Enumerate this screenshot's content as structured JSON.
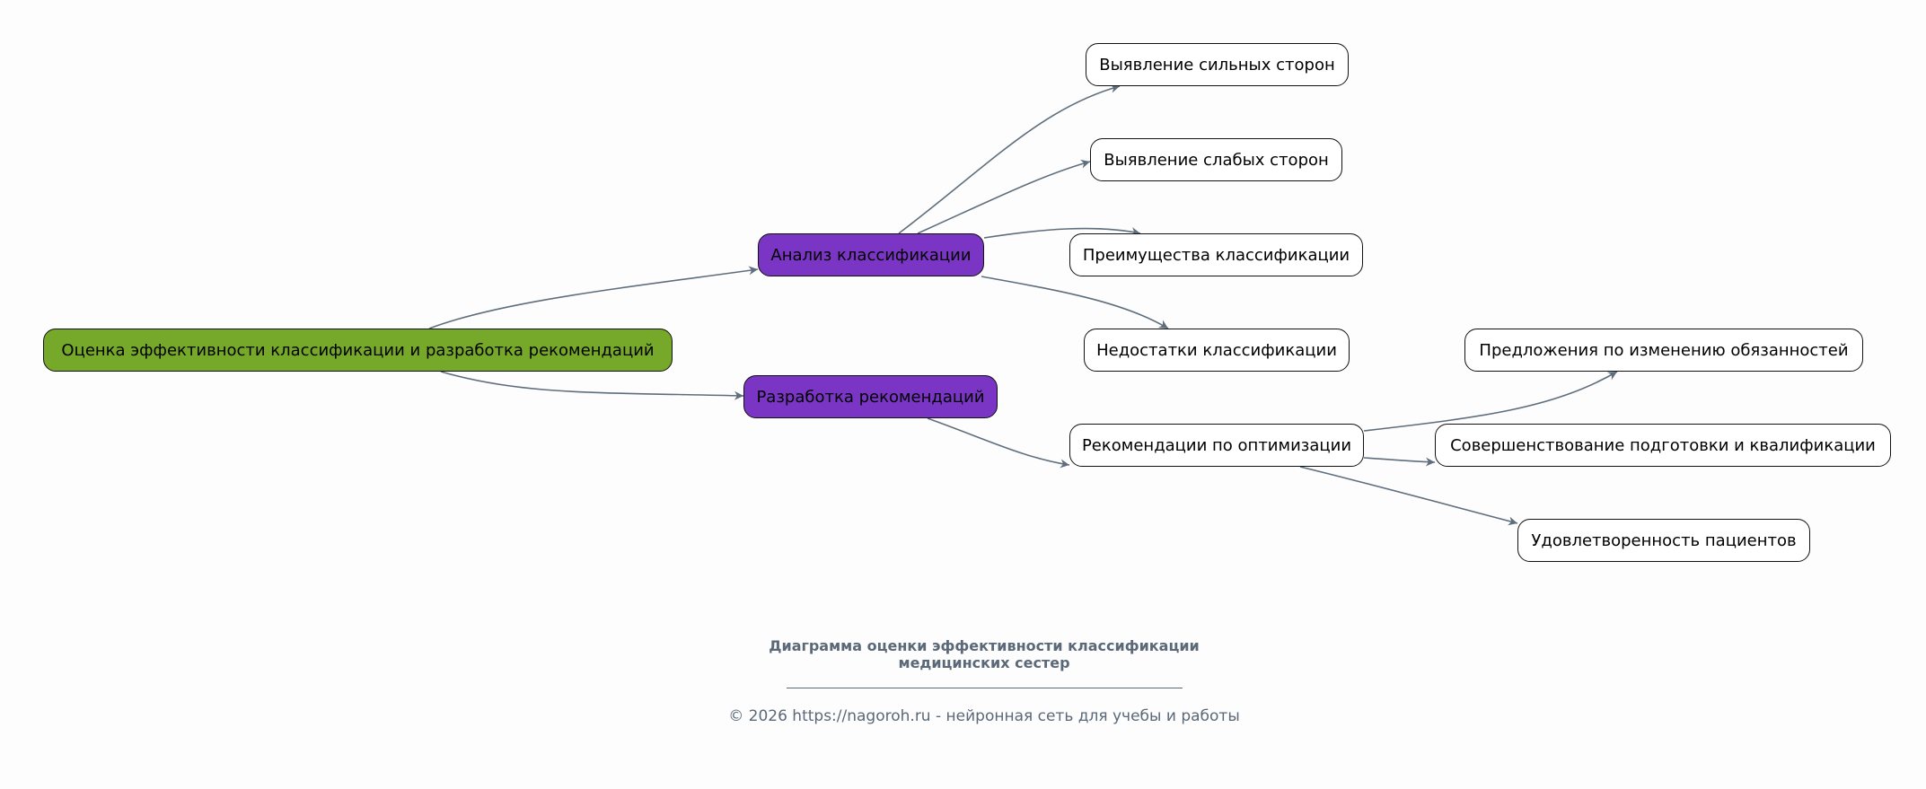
{
  "nodes": {
    "root": "Оценка эффективности классификации и разработка рекомендаций",
    "analysis": "Анализ классификации",
    "development": "Разработка рекомендаций",
    "strengths": "Выявление сильных сторон",
    "weaknesses": "Выявление слабых сторон",
    "advantages": "Преимущества классификации",
    "disadvantages": "Недостатки классификации",
    "optimization": "Рекомендации по оптимизации",
    "duties": "Предложения по изменению обязанностей",
    "training": "Совершенствование подготовки и квалификации",
    "satisfaction": "Удовлетворенность пациентов"
  },
  "footer": {
    "title_line1": "Диаграмма оценки эффективности классификации",
    "title_line2": "медицинских сестер",
    "copyright": "© 2026 https://nagoroh.ru - нейронная сеть для учебы и работы"
  },
  "colors": {
    "root": "#76a92a",
    "mid": "#7a35c4",
    "edge": "#5f6e7c",
    "text_muted": "#5a6878"
  }
}
